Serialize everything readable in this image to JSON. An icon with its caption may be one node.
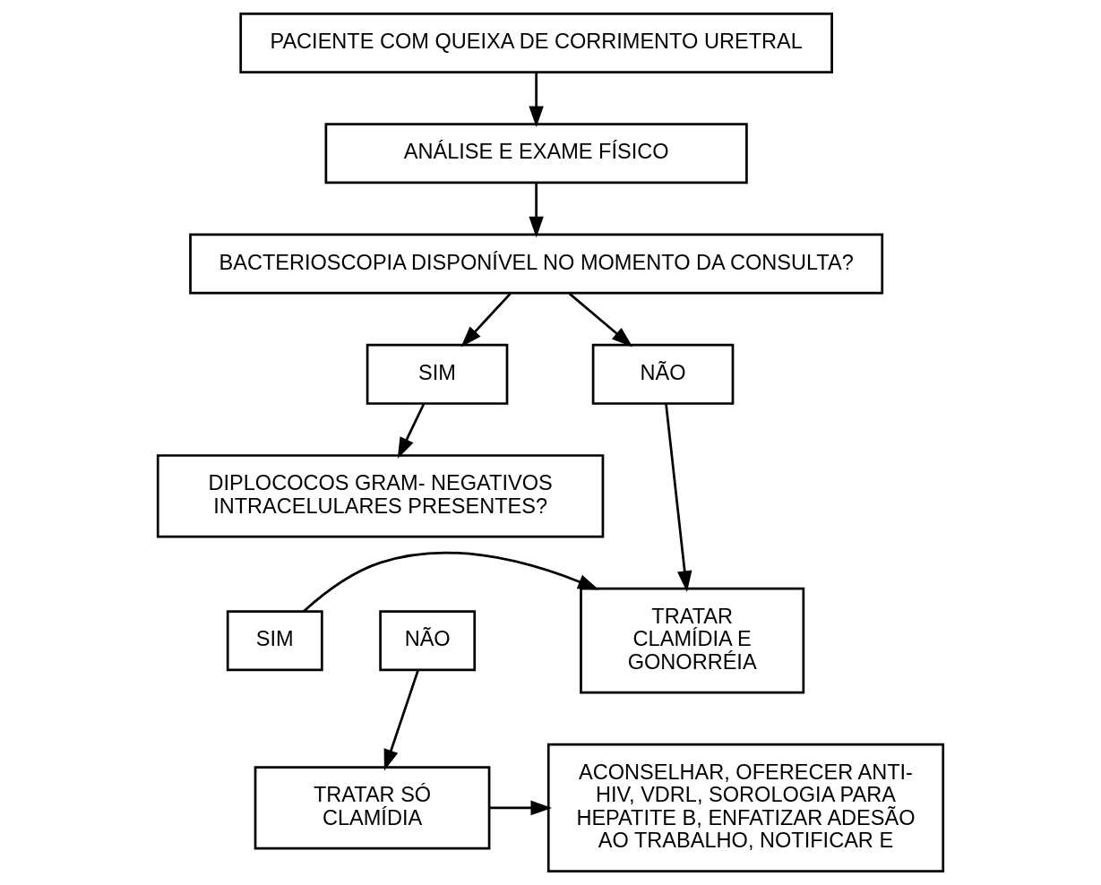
{
  "diagram": {
    "nodes": [
      {
        "text": [
          "PACIENTE COM QUEIXA DE CORRIMENTO URETRAL"
        ]
      },
      {
        "text": [
          "ANÁLISE E EXAME FÍSICO"
        ]
      },
      {
        "text": [
          "BACTERIOSCOPIA DISPONÍVEL NO MOMENTO DA CONSULTA?"
        ]
      },
      {
        "text": [
          "NÃO"
        ]
      },
      {
        "text": [
          "SIM"
        ]
      },
      {
        "text": [
          "TRATAR CLAMÍDIA E GONORRÉIA"
        ]
      },
      {
        "text": [
          "DIPLOCOCOS GRAM- NEGATIVOS INTRACELULARES PRESENTES?"
        ]
      },
      {
        "text": [
          "SIM"
        ]
      },
      {
        "text": [
          "NÃO"
        ]
      },
      {
        "text": [
          "TRATAR SÓ CLAMÍDIA"
        ]
      },
      {
        "text": [
          "ACONSELHAR, OFERECER ANTI-HIV, VDRL, SOROLOGIA PARA HEPATITE B, ENFATIZAR ADESÃO AO TRABALHO, NOTIFICAR E"
        ]
      }
    ],
    "edges": [
      {
        "from": 0,
        "to": 1,
        "arrow": "to"
      },
      {
        "from": 1,
        "to": 2,
        "arrow": "to"
      },
      {
        "from": 2,
        "to": 3,
        "arrow": "to"
      },
      {
        "from": 2,
        "to": 4,
        "arrow": "to"
      },
      {
        "from": 3,
        "to": 5,
        "arrow": "to"
      },
      {
        "from": 4,
        "to": 6,
        "arrow": "to"
      },
      {
        "from": 7,
        "to": 5,
        "arrow": "to"
      },
      {
        "from": 8,
        "to": 9,
        "arrow": "to"
      },
      {
        "from": 9,
        "to": 10,
        "arrow": "to"
      }
    ]
  }
}
